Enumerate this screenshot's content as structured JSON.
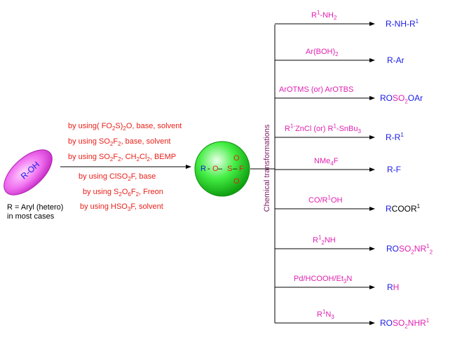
{
  "reactant": {
    "label": "R-OH",
    "note_line1": "R = Aryl (hetero)",
    "note_line2": "in most cases"
  },
  "methods": [
    {
      "parts": [
        "by using( FO",
        "2",
        "S)",
        "2",
        "O, base, solvent"
      ]
    },
    {
      "parts": [
        "by using  SO",
        "2",
        "F",
        "2",
        ", base, solvent"
      ]
    },
    {
      "parts": [
        "by using SO",
        "2",
        "F",
        "2",
        ", CH",
        "2",
        "Cl",
        "2",
        ", BEMP"
      ]
    },
    {
      "parts": [
        "by using ClSO",
        "2",
        "F, base"
      ]
    },
    {
      "parts": [
        "by using S",
        "2",
        "O",
        "6",
        "F",
        "2",
        ", Freon"
      ]
    },
    {
      "parts": [
        "by using HSO",
        "3",
        "F, solvent"
      ]
    }
  ],
  "fluorosulfate": {
    "r": "R",
    "o": "O",
    "s": "S",
    "f": "F",
    "o_top": "O",
    "o_bottom": "O"
  },
  "axis_label": "Chemical  transformations",
  "transformations": [
    {
      "reagent": [
        "R",
        "1",
        "-NH",
        "2"
      ],
      "product": [
        "R-NH-R",
        "1"
      ]
    },
    {
      "reagent": [
        "Ar(BOH)",
        "2"
      ],
      "product": [
        "R-Ar"
      ]
    },
    {
      "reagent": [
        "ArOTMS (or) ArOTBS"
      ],
      "product": [
        "RO",
        "SO",
        "2",
        "OAr"
      ]
    },
    {
      "reagent": [
        "R",
        "1-",
        "ZnCl (or) R",
        "1",
        "-SnBu",
        "3"
      ],
      "product": [
        "R-R",
        "1"
      ]
    },
    {
      "reagent": [
        "NMe",
        "4",
        "F"
      ],
      "product": [
        "R-F"
      ]
    },
    {
      "reagent": [
        "CO/R",
        "1",
        "OH"
      ],
      "product": [
        "R",
        "COOR",
        "1"
      ]
    },
    {
      "reagent": [
        "R",
        "1",
        "2",
        "NH"
      ],
      "product": [
        "RO",
        "SO",
        "2",
        "NR",
        "1",
        "2"
      ]
    },
    {
      "reagent": [
        "Pd/HCOOH/Et",
        "3",
        "N"
      ],
      "product": [
        "R",
        "H"
      ]
    },
    {
      "reagent": [
        "R",
        "1",
        "N",
        "3"
      ],
      "product": [
        "RO",
        "SO",
        "2",
        "NHR",
        "1"
      ]
    }
  ],
  "colors": {
    "reaction_text": "#e8201a",
    "reagent": "#e020b0",
    "product_r": "#1a1ae8",
    "ellipse": "#f070f0",
    "sphere": "#22dd22",
    "axis_label": "#80206a"
  }
}
